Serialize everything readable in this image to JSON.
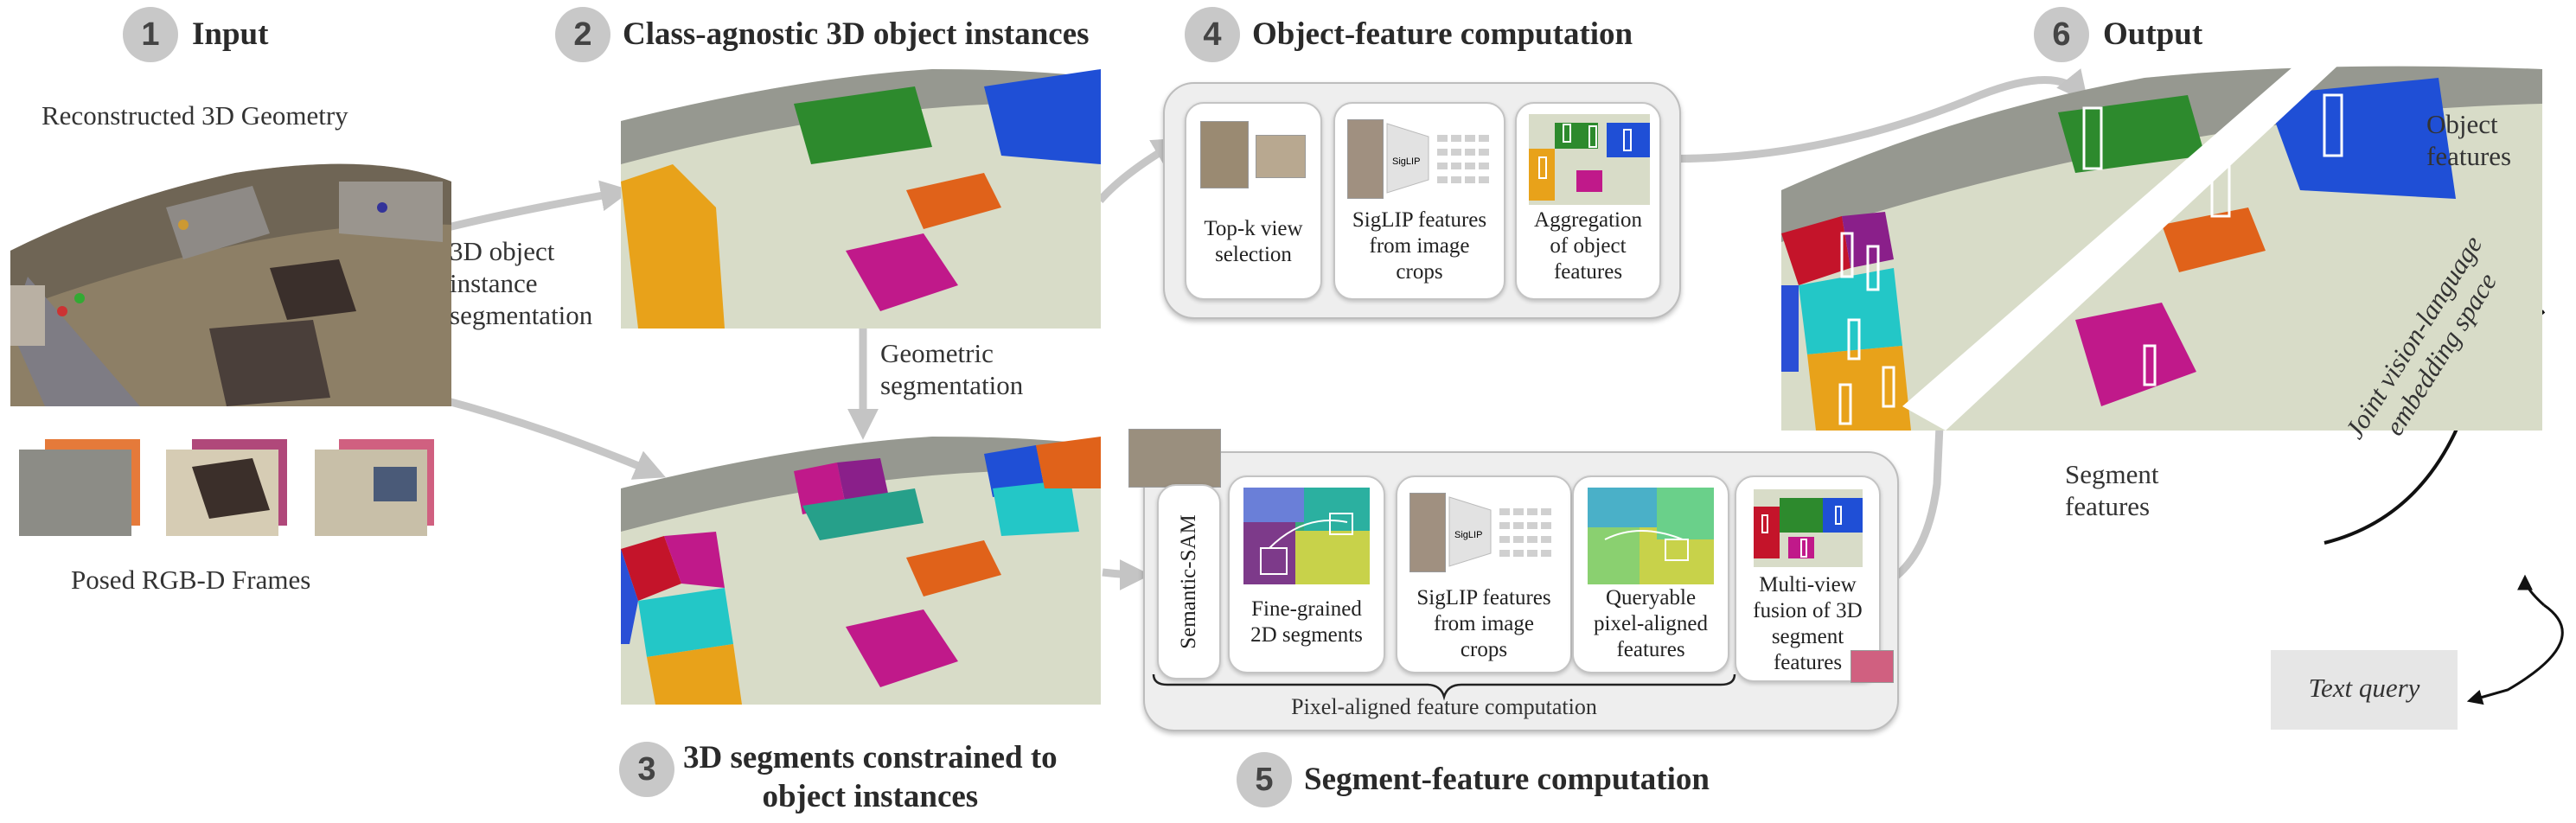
{
  "steps": [
    {
      "number": "1",
      "title": "Input"
    },
    {
      "number": "2",
      "title": "Class-agnostic 3D object instances"
    },
    {
      "number": "3",
      "title_line1": "3D segments constrained to",
      "title_line2": "object instances"
    },
    {
      "number": "4",
      "title": "Object-feature computation"
    },
    {
      "number": "5",
      "title": "Segment-feature computation"
    },
    {
      "number": "6",
      "title": "Output"
    }
  ],
  "input": {
    "geometry_label": "Reconstructed 3D Geometry",
    "frames_label": "Posed RGB-D Frames"
  },
  "arrows": {
    "instance_seg": [
      "3D object",
      "instance",
      "segmentation"
    ],
    "geometric_seg": [
      "Geometric",
      "segmentation"
    ]
  },
  "object_feature": {
    "topk": [
      "Top-k view",
      "selection"
    ],
    "siglip": [
      "SigLIP features",
      "from image",
      "crops"
    ],
    "aggregation": [
      "Aggregation",
      "of object",
      "features"
    ],
    "siglip_tag": "SigLIP"
  },
  "segment_feature": {
    "semantic_sam": "Semantic-SAM",
    "fine_grained": [
      "Fine-grained",
      "2D segments"
    ],
    "siglip": [
      "SigLIP features",
      "from image",
      "crops"
    ],
    "queryable": [
      "Queryable",
      "pixel-aligned",
      "features"
    ],
    "multiview": [
      "Multi-view",
      "fusion of 3D",
      "segment",
      "features"
    ],
    "pixel_aligned_caption": "Pixel-aligned feature computation",
    "siglip_tag": "SigLIP"
  },
  "output": {
    "object_features": [
      "Object",
      "features"
    ],
    "segment_features": [
      "Segment",
      "features"
    ],
    "joint_space": [
      "Joint vision-language",
      "embedding space"
    ],
    "text_query": "Text query"
  },
  "colors": {
    "step_circle": "#c8c8c8",
    "green_sofa": "#2d8a2d",
    "blue_sofa": "#1f4fd6",
    "orange_table": "#e0621a",
    "magenta_ottoman": "#c0198a",
    "yellow_chair": "#e8a21a",
    "cyan_segment": "#23c7c7",
    "red_segment": "#c4142a",
    "floor": "#d8dcc8",
    "arrow_gray": "#c6c6c6"
  }
}
